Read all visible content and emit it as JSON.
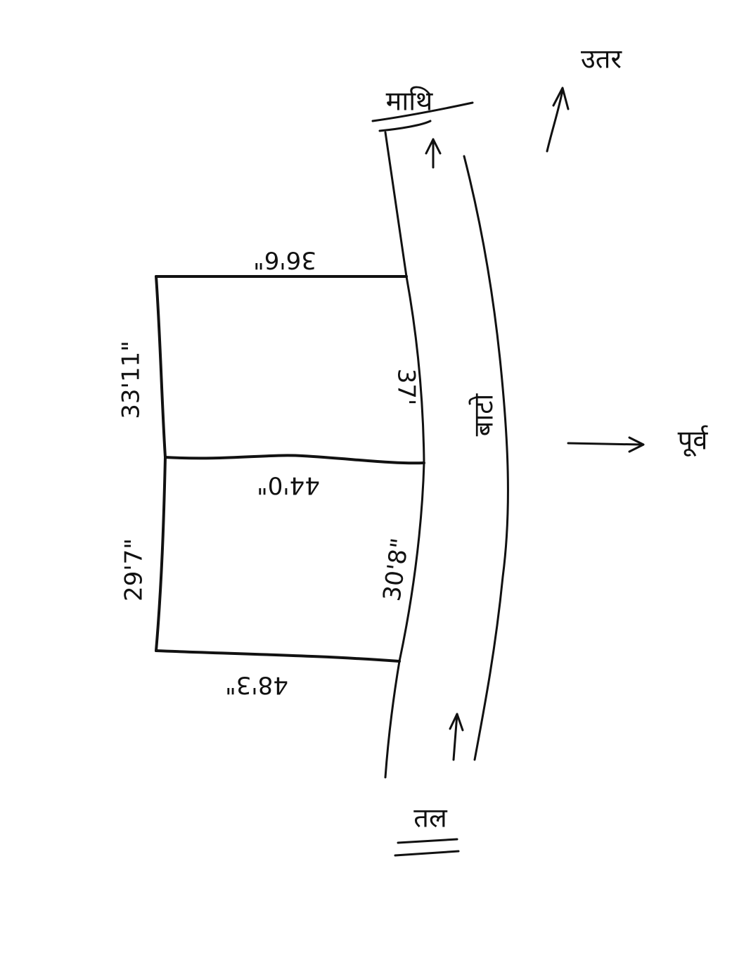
{
  "directions": {
    "north": "उतर",
    "east": "पूर्व",
    "top": "माथि",
    "bottom": "तल"
  },
  "road_label": "बाटो",
  "plot_upper": {
    "top_side": "36'6\"",
    "left_side": "33'11\"",
    "road_side": "37'",
    "shared_side": "44'0\""
  },
  "plot_lower": {
    "left_side": "29'7\"",
    "road_side": "30'8\"",
    "bottom_side": "48'3\""
  },
  "colors": {
    "ink": "#111111",
    "paper": "#ffffff"
  }
}
